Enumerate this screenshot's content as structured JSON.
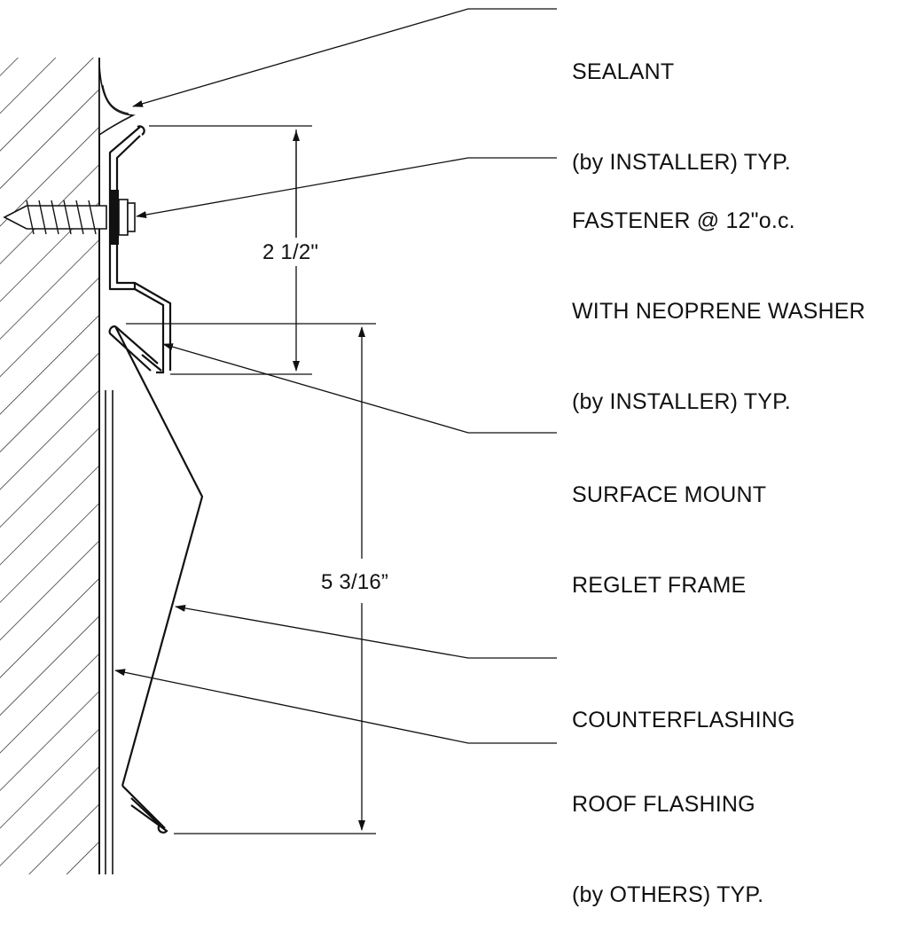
{
  "callouts": {
    "sealant": [
      "SEALANT",
      "(by INSTALLER) TYP."
    ],
    "fastener": [
      "FASTENER @ 12\"o.c.",
      "WITH NEOPRENE WASHER",
      "(by INSTALLER) TYP."
    ],
    "reglet": [
      "SURFACE MOUNT",
      "REGLET FRAME"
    ],
    "counterflashing": [
      "COUNTERFLASHING"
    ],
    "roof_flashing": [
      "ROOF FLASHING",
      "(by OTHERS) TYP."
    ]
  },
  "dimensions": {
    "reglet_height": "2 1/2\"",
    "counterflashing_height": "5 3/16”"
  },
  "colors": {
    "ink": "#111111",
    "background": "#ffffff"
  }
}
